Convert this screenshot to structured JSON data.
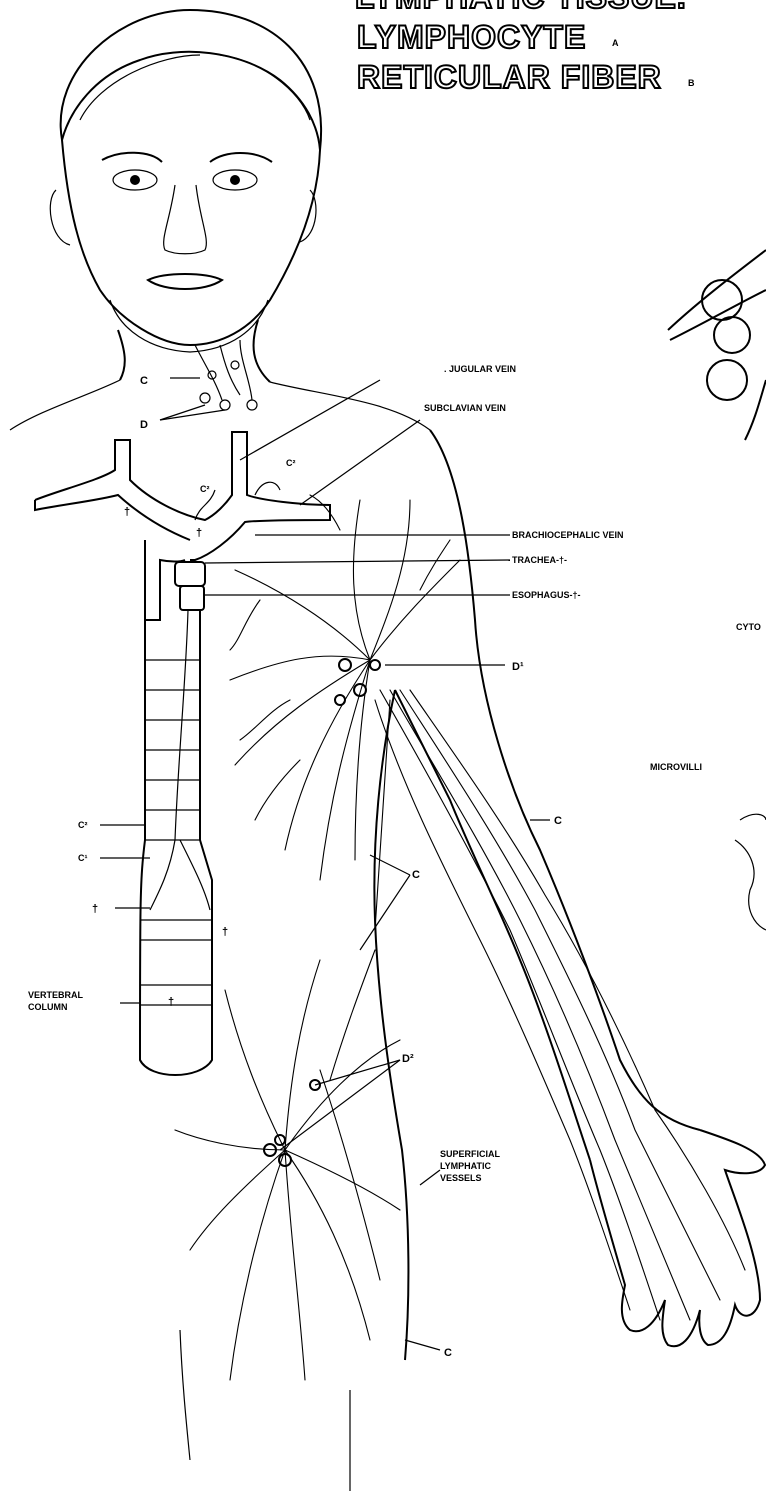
{
  "title": {
    "line1": "LYMPHATIC TISSUE.",
    "line2": "LYMPHOCYTE",
    "line2_sub": "A",
    "line3": "RETICULAR FIBER",
    "line3_sub": "B"
  },
  "labels": {
    "jugular_vein": ". JUGULAR VEIN",
    "subclavian_vein": "SUBCLAVIAN VEIN",
    "brachiocephalic_vein": "BRACHIOCEPHALIC VEIN",
    "trachea": "TRACHEA-†-",
    "esophagus": "ESOPHAGUS-†-",
    "d1": "D¹",
    "d2": "D²",
    "c": "C",
    "c_arm": "C",
    "c_chest": "C",
    "c_bottom": "C",
    "c_neck": "C",
    "d_neck": "D",
    "c2_neck_a": "C²",
    "c2_neck_b": "C²",
    "c2_spine": "C²",
    "c1_spine": "C¹",
    "cross": "†",
    "vertebral_column_1": "VERTEBRAL",
    "vertebral_column_2": "COLUMN",
    "superficial_1": "SUPERFICIAL",
    "superficial_2": "LYMPHATIC",
    "superficial_3": "VESSELS",
    "cyto": "CYTO",
    "microvilli": "MICROVILLI"
  }
}
